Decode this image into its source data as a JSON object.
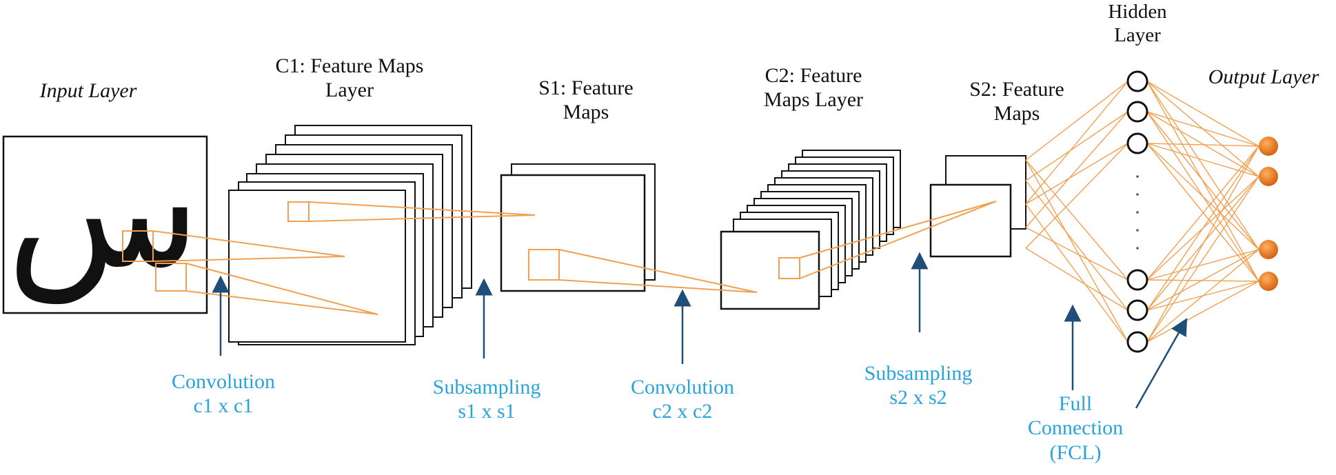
{
  "labels": {
    "input_layer": "Input Layer",
    "c1": "C1: Feature Maps\nLayer",
    "s1": "S1: Feature\nMaps",
    "c2": "C2: Feature\nMaps Layer",
    "s2": "S2: Feature\nMaps",
    "hidden": "Hidden\nLayer",
    "output_layer": "Output Layer",
    "conv1": "Convolution\nc1 x c1",
    "sub1": "Subsampling\ns1 x s1",
    "conv2": "Convolution\nc2 x c2",
    "sub2": "Subsampling\ns2 x s2",
    "fcl": "Full\nConnection\n(FCL)"
  },
  "input_glyph": "س",
  "colors": {
    "text": "#111111",
    "annotation": "#29a3db",
    "arrow": "#1f4e79",
    "connection": "#f0a050",
    "neuron_output": "#e8781e"
  }
}
